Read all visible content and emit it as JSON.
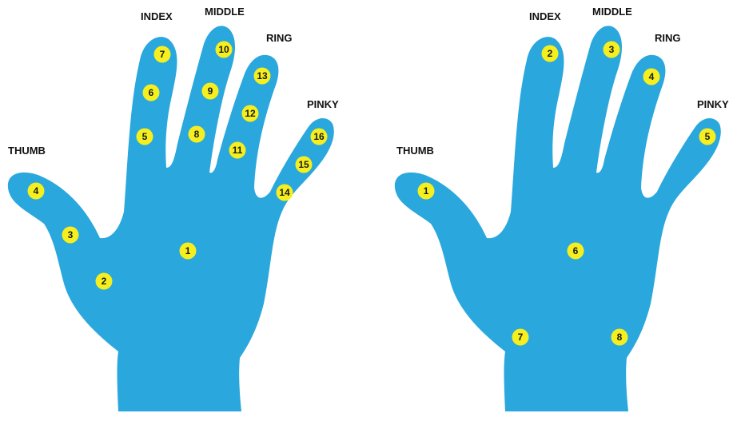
{
  "colors": {
    "hand": "#2aa7dd",
    "marker": "#f6ef1f",
    "label": "#111111",
    "background": "#ffffff"
  },
  "left_hand": {
    "labels": {
      "thumb": "THUMB",
      "index": "INDEX",
      "middle": "MIDDLE",
      "ring": "RING",
      "pinky": "PINKY"
    },
    "points": [
      "1",
      "2",
      "3",
      "4",
      "5",
      "6",
      "7",
      "8",
      "9",
      "10",
      "11",
      "12",
      "13",
      "14",
      "15",
      "16"
    ]
  },
  "right_hand": {
    "labels": {
      "thumb": "THUMB",
      "index": "INDEX",
      "middle": "MIDDLE",
      "ring": "RING",
      "pinky": "PINKY"
    },
    "points": [
      "1",
      "2",
      "3",
      "4",
      "5",
      "6",
      "7",
      "8"
    ]
  }
}
